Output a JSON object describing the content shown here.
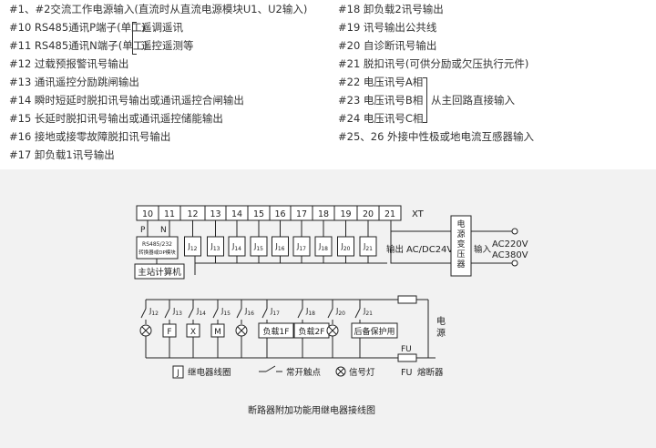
{
  "legend_left": [
    "#1、#2交流工作电源输入(直流时从直流电源模块U1、U2输入)",
    "#10 RS485通讯P端子(单工)",
    "#11 RS485通讯N端子(单工)",
    "#12 过载预报警讯号输出",
    "#13 通讯遥控分励跳闸输出",
    "#14 瞬时短延时脱扣讯号输出或通讯遥控合闸输出",
    "#15 长延时脱扣讯号输出或通讯遥控储能输出",
    "#16 接地或接零故障脱扣讯号输出",
    "#17 卸负载1讯号输出"
  ],
  "legend_left_notes": [
    "遥调遥讯",
    "遥控遥测等"
  ],
  "legend_right": [
    "#18 卸负载2讯号输出",
    "#19 讯号输出公共线",
    "#20 自诊断讯号输出",
    "#21 脱扣讯号(可供分励或欠压执行元件)",
    "#22 电压讯号A相",
    "#23 电压讯号B相",
    "#24 电压讯号C相",
    "#25、26 外接中性极或地电流互感器输入"
  ],
  "legend_right_note": "从主回路直接输入",
  "diagram": {
    "terminals": [
      "10",
      "11",
      "12",
      "13",
      "14",
      "15",
      "16",
      "17",
      "18",
      "19",
      "20",
      "21",
      "19"
    ],
    "xt_label": "XT",
    "p_label": "P",
    "n_label": "N",
    "converter_line1": "RS485/232",
    "converter_line2": "转换器或DP模块",
    "master_label": "主站计算机",
    "upper_relays": [
      "J12",
      "J13",
      "J14",
      "J15",
      "J16",
      "J17",
      "J18",
      "J20",
      "J21"
    ],
    "output_label": "输出",
    "supply_label": "AC/DC24V",
    "transformer_label": "电源变压器",
    "input_label": "输入",
    "ac220": "AC220V",
    "ac380": "AC380V",
    "lower_contacts": [
      "J12",
      "J13",
      "J14",
      "J15",
      "J16",
      "J17",
      "J18",
      "J20",
      "J21"
    ],
    "loads": [
      "F",
      "X",
      "M",
      "负载1F",
      "负载2F",
      "后备保护用"
    ],
    "fu_label": "FU",
    "power_label": "电源",
    "legend_relay_symbol": "J",
    "legend_relay": "继电器线圈",
    "legend_contact": "常开触点",
    "legend_lamp": "信号灯",
    "legend_fu_symbol": "FU",
    "legend_fuse": "熔断器",
    "caption": "断路器附加功能用继电器接线图"
  }
}
